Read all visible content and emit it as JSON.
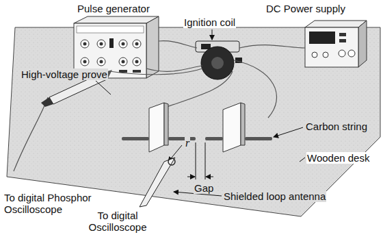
{
  "diagram": {
    "labels": [
      "Pulse generator",
      "DC Power supply",
      "Ignition coil",
      "High-voltage prove",
      "Carbon string",
      "Wooden desk",
      "r",
      "Gap",
      "Shielded loop antenna",
      "To digital Phosphor Oscilloscope",
      "To digital Oscilloscope"
    ]
  }
}
